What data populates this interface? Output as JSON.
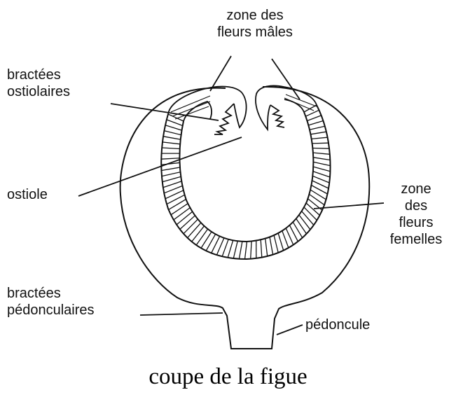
{
  "labels": {
    "male_zone": [
      "zone des",
      "fleurs mâles"
    ],
    "ostiolar_bracts": [
      "bractées",
      "ostiolaires"
    ],
    "ostiole": "ostiole",
    "female_zone": [
      "zone",
      "des",
      "fleurs",
      "femelles"
    ],
    "peduncular_bracts": [
      "bractées",
      "pédonculaires"
    ],
    "peduncle": "pédoncule"
  },
  "caption": "coupe de la figue"
}
